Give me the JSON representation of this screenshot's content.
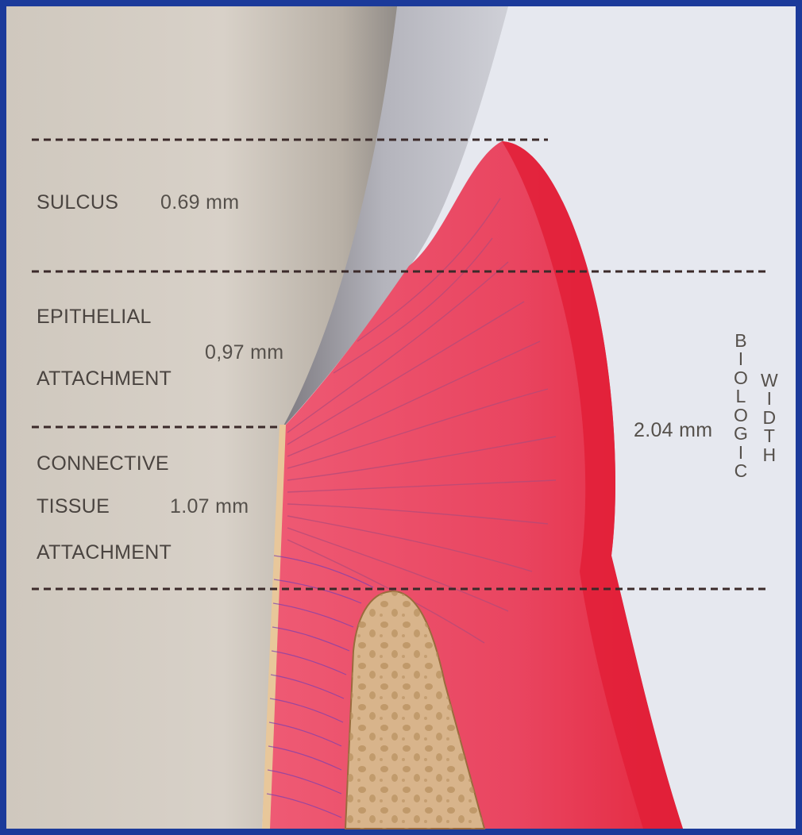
{
  "labels": {
    "sulcus": "SULCUS",
    "sulcus_value": "0.69 mm",
    "epithelial_line1": "EPITHELIAL",
    "epithelial_value": "0,97 mm",
    "epithelial_line2": "ATTACHMENT",
    "connective_line1": "CONNECTIVE",
    "connective_line2": "TISSUE",
    "connective_value": "1.07 mm",
    "connective_line3": "ATTACHMENT",
    "biologic_width_value": "2.04 mm",
    "biologic_word": "BIOLOGIC",
    "width_word": "WIDTH"
  },
  "colors": {
    "frame": "#1b3a9a",
    "tooth_enamel": "#d6cfc6",
    "crown": "#b9b9c1",
    "gingiva": "#e5405a",
    "gingiva_edge": "#e6233a",
    "bone": "#d8b48b",
    "background": "#e6e8ef",
    "dashed_line": "#3b2a2a"
  }
}
